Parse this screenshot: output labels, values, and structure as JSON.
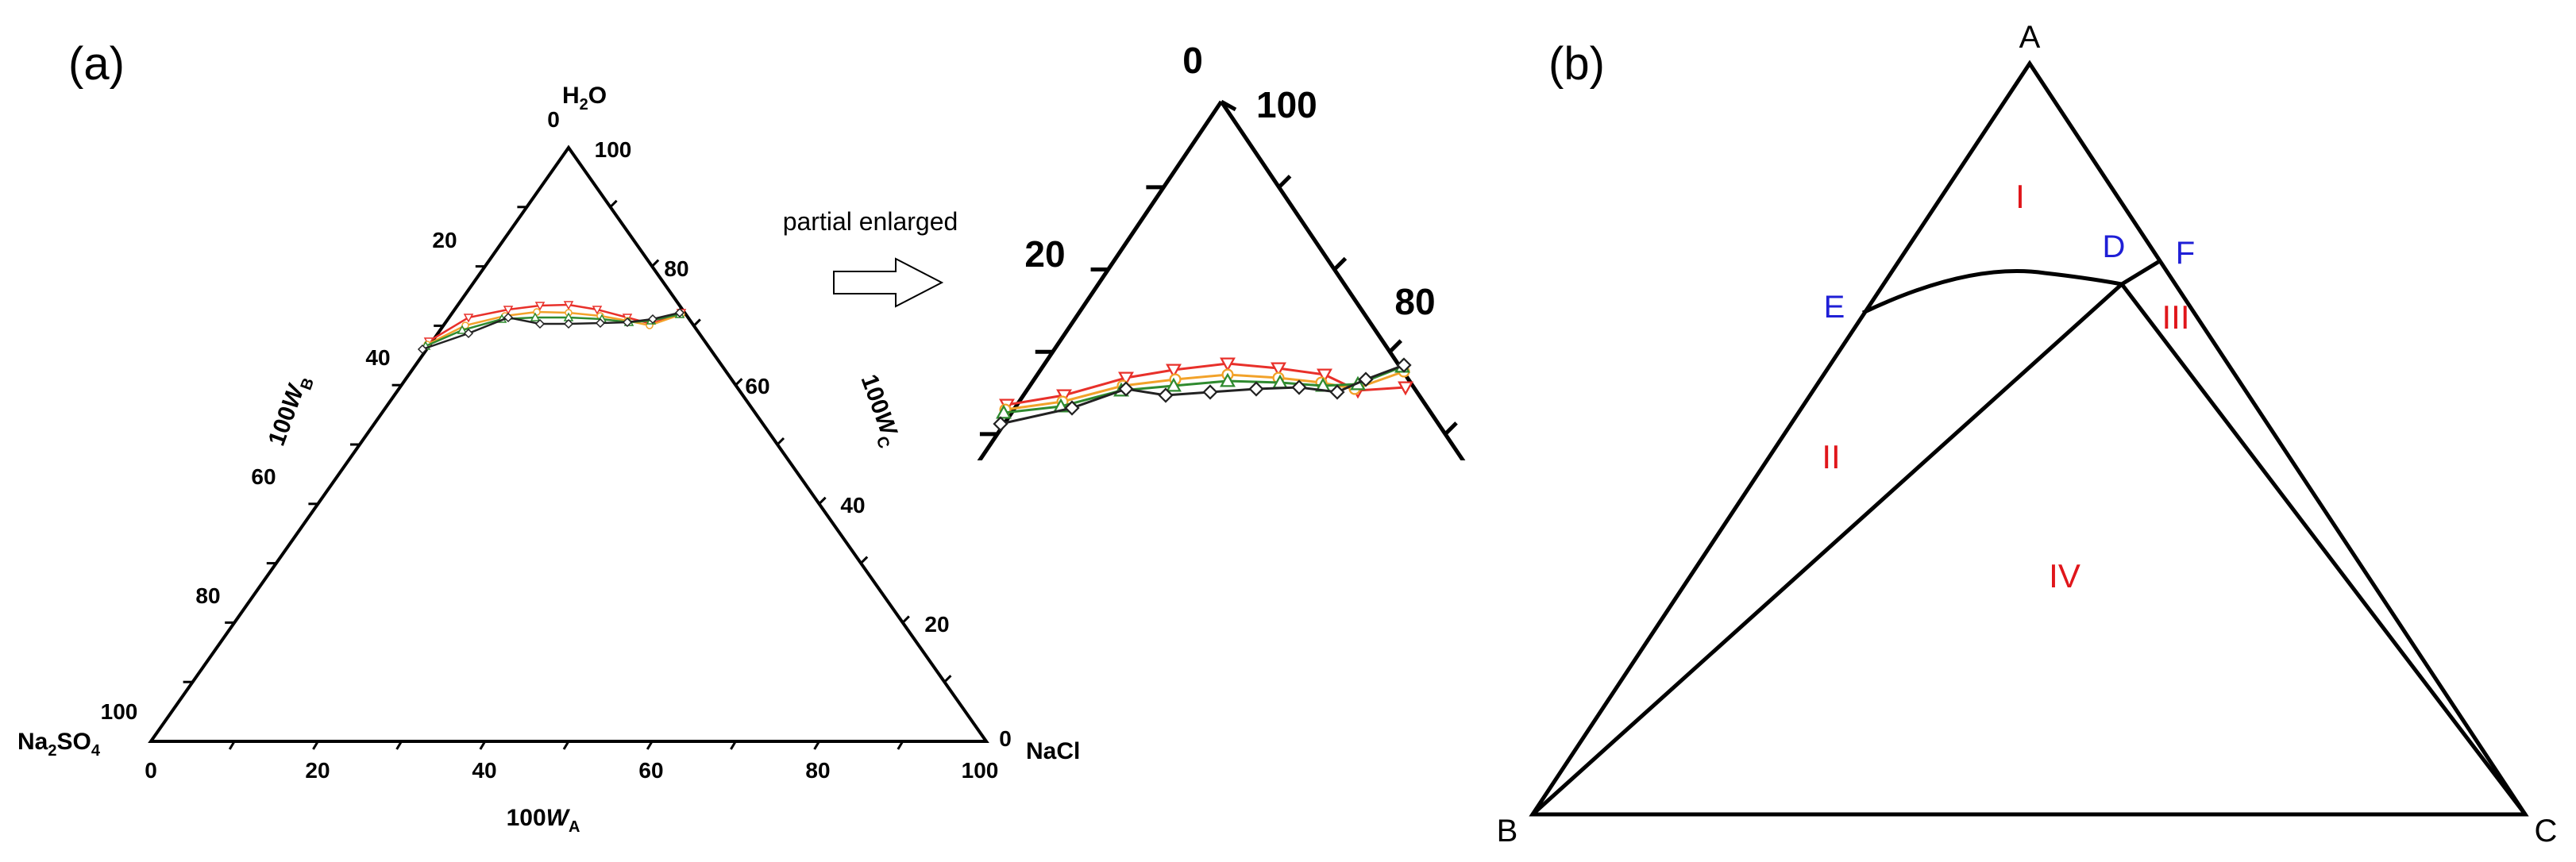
{
  "panel_a": {
    "label": "(a)",
    "corners": {
      "top": {
        "name_main": "H",
        "name_sub": "2",
        "name_tail": "O",
        "zero": "0",
        "hundred": "100"
      },
      "left": {
        "name_1": "Na",
        "sub_1": "2",
        "name_2": "SO",
        "sub_2": "4",
        "hundred": "100"
      },
      "right": {
        "name": "NaCl",
        "zero": "0"
      }
    },
    "left_ticks": [
      "20",
      "40",
      "60",
      "80"
    ],
    "right_ticks": [
      "80",
      "60",
      "40",
      "20"
    ],
    "bottom_ticks": [
      "0",
      "20",
      "40",
      "60",
      "80",
      "100"
    ],
    "axis_titles": {
      "bottom": {
        "prefix": "100",
        "letter": "W",
        "sub": "A"
      },
      "left": {
        "prefix": "100",
        "letter": "W",
        "sub": "B"
      },
      "right": {
        "prefix": "100",
        "letter": "W",
        "sub": "C"
      }
    },
    "arrow_caption": "partial enlarged",
    "zoom_labels": {
      "apex_zero": "0",
      "apex_hundred": "100",
      "left_tick": "20",
      "right_tick": "80"
    },
    "series_colors": {
      "red": "#e8302a",
      "orange": "#f2a22a",
      "green": "#2f8a2f",
      "black": "#222222"
    },
    "curve_markers": {
      "red": "triangle-down",
      "orange": "circle",
      "green": "triangle-up",
      "black": "diamond"
    }
  },
  "panel_b": {
    "label": "(b)",
    "vertices": {
      "A": "A",
      "B": "B",
      "C": "C",
      "D": "D",
      "E": "E",
      "F": "F"
    },
    "regions": {
      "I": "I",
      "II": "II",
      "III": "III",
      "IV": "IV"
    },
    "colors": {
      "points": "#1f1fd6",
      "regions": "#e0161b",
      "lines": "#000000"
    }
  }
}
